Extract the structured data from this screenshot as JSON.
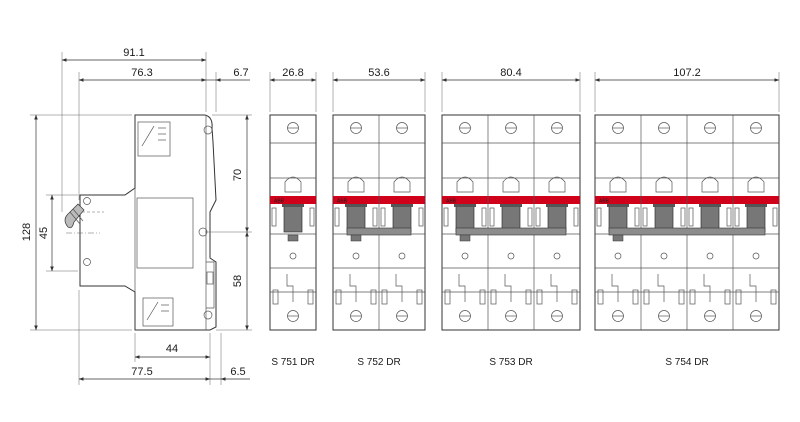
{
  "colors": {
    "line": "#333333",
    "accent_band": "#d0021b",
    "handle": "#777777",
    "bar": "#8c8c8c",
    "background": "#ffffff"
  },
  "side_view": {
    "dim_total_width": "91.1",
    "dim_body_width": "76.3",
    "dim_right_offset": "6.7",
    "dim_height": "128",
    "dim_rail_height": "45",
    "dim_upper": "70",
    "dim_lower": "58",
    "dim_base_width": "44",
    "dim_bottom_width": "77.5",
    "dim_bottom_right": "6.5"
  },
  "front_views": [
    {
      "width_label": "26.8",
      "model": "S 751 DR",
      "poles": 1
    },
    {
      "width_label": "53.6",
      "model": "S 752 DR",
      "poles": 2
    },
    {
      "width_label": "80.4",
      "model": "S 753 DR",
      "poles": 3
    },
    {
      "width_label": "107.2",
      "model": "S 754 DR",
      "poles": 4
    }
  ],
  "brand_mark": "ABB"
}
